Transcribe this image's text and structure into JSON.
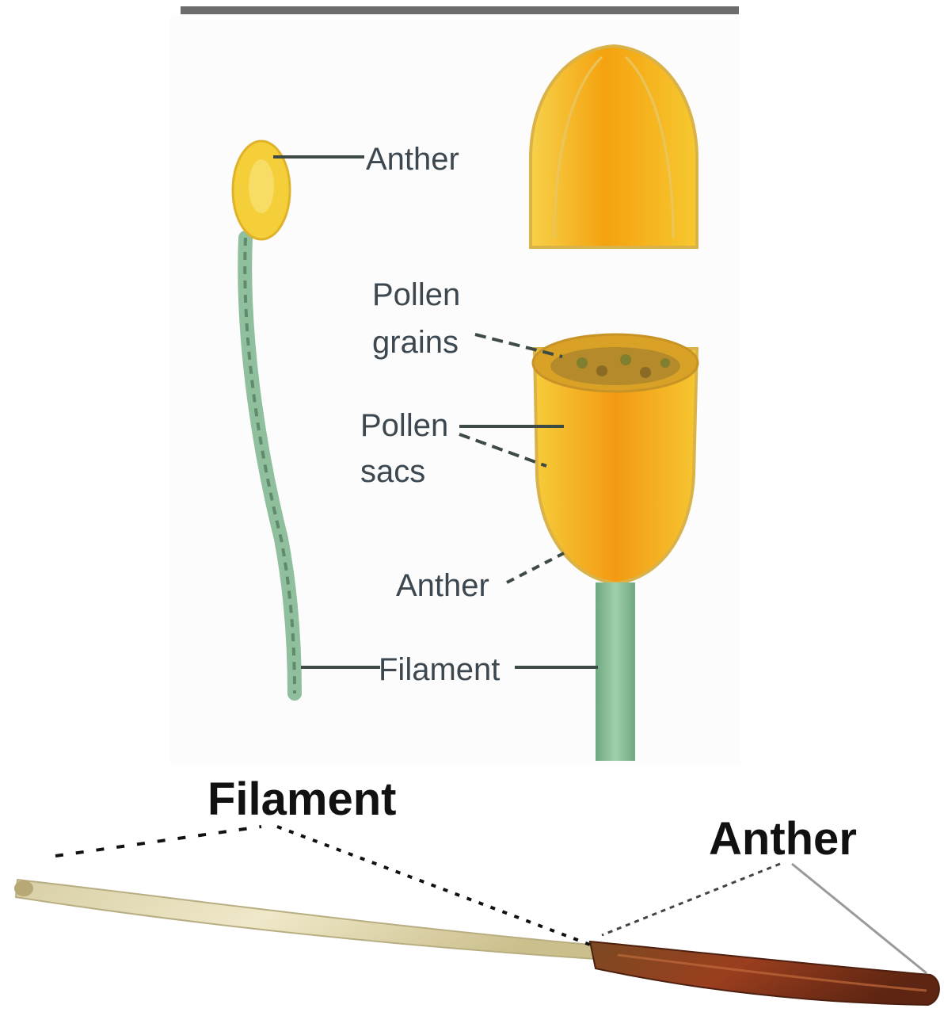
{
  "top_diagram": {
    "labels": {
      "anther": "Anther",
      "pollen_line1": "Pollen",
      "pollen_line2": "grains",
      "pollen_sac_line1": "Pollen",
      "pollen_sac_line2": "sacs",
      "anther_2": "Anther",
      "filament": "Filament"
    }
  },
  "bottom_photo": {
    "labels": {
      "filament": "Filament",
      "anther": "Anther"
    }
  },
  "colors": {
    "anther_yellow": "#f2b71f",
    "anther_orange": "#f39a12",
    "filament_green": "#8fc29c",
    "stalk_dark": "#5b7d67",
    "photo_anther_brown": "#8a3a1c",
    "photo_filament_cream": "#e8e0bf",
    "leader_line": "#3e4a44"
  }
}
